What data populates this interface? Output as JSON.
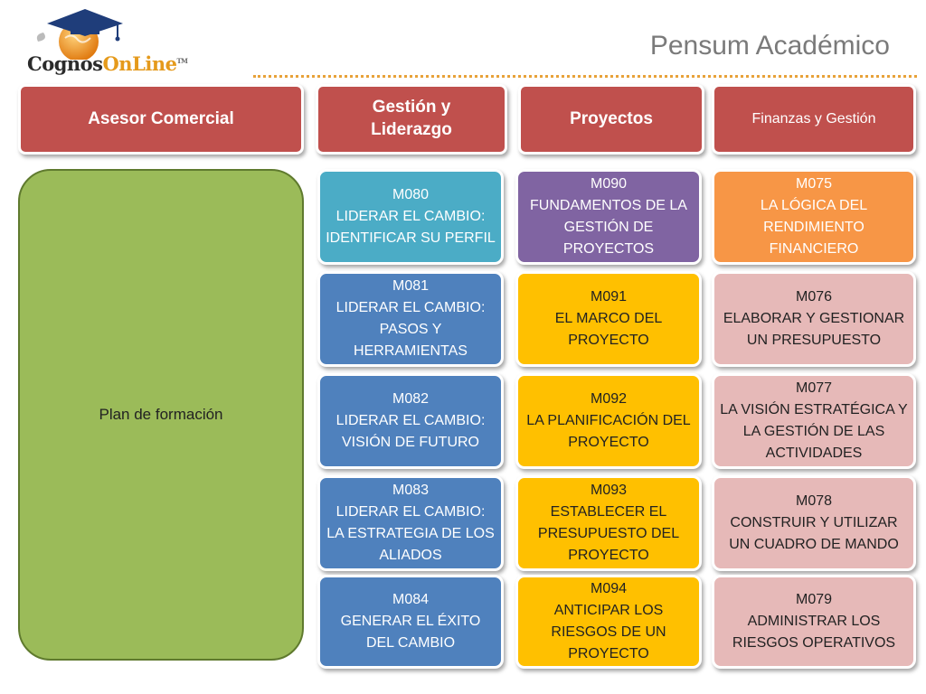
{
  "logo": {
    "brand_a": "Cognos",
    "brand_b": "OnLine",
    "tm": "TM"
  },
  "page_title": "Pensum Académico",
  "headers": [
    {
      "label": "Asesor Comercial"
    },
    {
      "label": "Gestión y Liderazgo"
    },
    {
      "label": "Proyectos"
    },
    {
      "label": "Finanzas y Gestión"
    }
  ],
  "plan_label": "Plan de formación",
  "columns": {
    "gestion": [
      {
        "code": "M080",
        "name": "LIDERAR EL CAMBIO: IDENTIFICAR SU PERFIL"
      },
      {
        "code": "M081",
        "name": "LIDERAR EL CAMBIO: PASOS Y HERRAMIENTAS"
      },
      {
        "code": "M082",
        "name": "LIDERAR EL CAMBIO: VISIÓN DE FUTURO"
      },
      {
        "code": "M083",
        "name": "LIDERAR EL CAMBIO: LA ESTRATEGIA DE LOS ALIADOS"
      },
      {
        "code": "M084",
        "name": "GENERAR EL ÉXITO DEL CAMBIO"
      }
    ],
    "proyectos": [
      {
        "code": "M090",
        "name": "FUNDAMENTOS DE LA GESTIÓN DE PROYECTOS"
      },
      {
        "code": "M091",
        "name": "EL MARCO DEL PROYECTO"
      },
      {
        "code": "M092",
        "name": "LA PLANIFICACIÓN DEL PROYECTO"
      },
      {
        "code": "M093",
        "name": "ESTABLECER EL PRESUPUESTO DEL PROYECTO"
      },
      {
        "code": "M094",
        "name": "ANTICIPAR LOS RIESGOS DE UN PROYECTO"
      }
    ],
    "finanzas": [
      {
        "code": "M075",
        "name": "LA LÓGICA DEL RENDIMIENTO FINANCIERO"
      },
      {
        "code": "M076",
        "name": "ELABORAR Y GESTIONAR UN PRESUPUESTO"
      },
      {
        "code": "M077",
        "name": "LA VISIÓN ESTRATÉGICA Y LA GESTIÓN DE LAS ACTIVIDADES"
      },
      {
        "code": "M078",
        "name": "CONSTRUIR Y UTILIZAR UN CUADRO DE MANDO"
      },
      {
        "code": "M079",
        "name": "ADMINISTRAR LOS RIESGOS OPERATIVOS"
      }
    ]
  },
  "colors": {
    "header": "#c0504d",
    "plan": "#9bbb59",
    "blue": "#4f81bd",
    "teal": "#4bacc6",
    "purple": "#8064a2",
    "orange": "#f79646",
    "yellow": "#ffc000",
    "pink": "#e6b9b8"
  }
}
